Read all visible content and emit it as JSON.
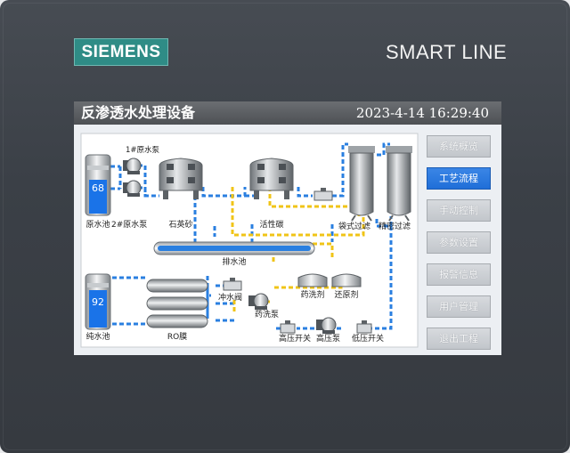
{
  "brand": "SIEMENS",
  "model": "SMART LINE",
  "header": {
    "title": "反渗透水处理设备",
    "datetime": "2023-4-14  16:29:40"
  },
  "nav": {
    "items": [
      {
        "label": "系统概览"
      },
      {
        "label": "工艺流程",
        "active": true
      },
      {
        "label": "手动控制"
      },
      {
        "label": "参数设置"
      },
      {
        "label": "报警信息"
      },
      {
        "label": "用户管理"
      },
      {
        "label": "退出工程"
      }
    ]
  },
  "process": {
    "raw_tank": {
      "label": "原水池",
      "level": "68"
    },
    "pure_tank": {
      "label": "纯水池",
      "level": "92"
    },
    "pump1": "1#原水泵",
    "pump2": "2#原水泵",
    "quartz_filter": "石英砂",
    "carbon_filter": "活性碳",
    "bag_filter": "袋式过滤",
    "precision_filter": "精密过滤",
    "drain_pool": "排水池",
    "flush_valve": "冲水阀",
    "wash_pump": "药洗泵",
    "wash_agent": "药洗剂",
    "reducer": "还原剂",
    "ro_membrane": "RO膜",
    "hp_switch": "高压开关",
    "hp_pump": "高压泵",
    "lp_switch": "低压开关"
  },
  "colors": {
    "water_line": "#2a7fe0",
    "chem_line": "#f0c417",
    "active_button": "#2a7ae2",
    "logo": "#2f8c86"
  }
}
